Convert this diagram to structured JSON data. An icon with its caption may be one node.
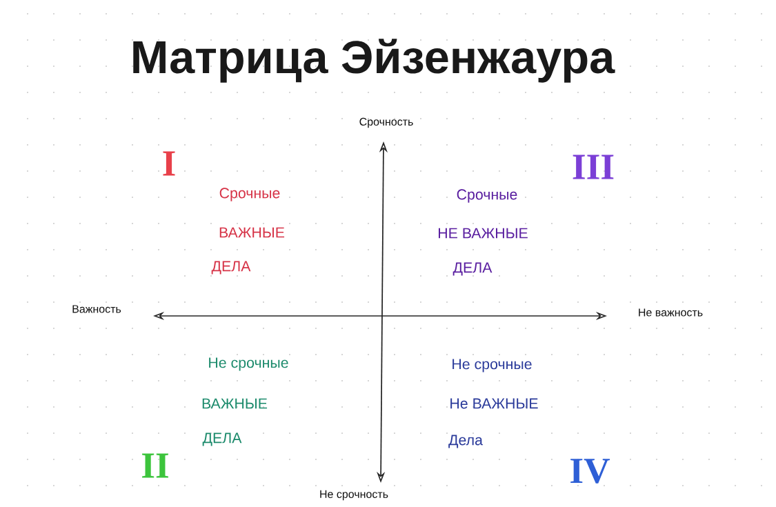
{
  "diagram": {
    "title": "Матрица Эйзенжаура",
    "labels": [
      "Срочность",
      "I",
      "Срочные",
      "ВАЖНЫЕ",
      "ДЕЛА",
      "III",
      "Срочные",
      "НЕ ВАЖНЫЕ",
      "ДЕЛА",
      "Важность",
      "Не важность",
      "Не срочные",
      "ВАЖНЫЕ",
      "ДЕЛА",
      "Не срочные",
      "Не ВАЖНЫЕ",
      "Дела",
      "II",
      "IV",
      "Не срочность"
    ]
  }
}
